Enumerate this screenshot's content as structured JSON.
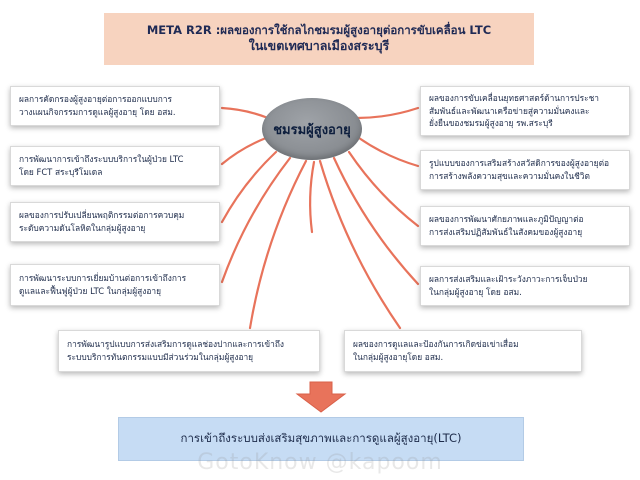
{
  "title": {
    "line1": "META R2R :ผลของการใช้กลไกชมรมผู้สูงอายุต่อการขับเคลื่อน LTC",
    "line2": "ในเขตเทศบาลเมืองสระบุรี"
  },
  "hub": {
    "label": "ชมรมผู้สูงอายุ"
  },
  "nodes": {
    "left_1": "ผลการคัดกรองผู้สูงอายุต่อการออกแบบการ\nวางแผนกิจกรรมการดูแลผู้สูงอายุ โดย อสม.",
    "left_2": "การพัฒนาการเข้าถึงระบบบริการในผู้ป่วย LTC\nโดย FCT สระบุรีโมเดล",
    "left_3": "ผลของการปรับเปลี่ยนพฤติกรรมต่อการควบคุม\nระดับความดันโลหิตในกลุ่มผู้สูงอายุ",
    "left_4": "การพัฒนาระบบการเยี่ยมบ้านต่อการเข้าถึงการ\nดูแลและฟื้นฟูผู้ป่วย LTC ในกลุ่มผู้สูงอายุ",
    "bottom_left": "การพัฒนารูปแบบการส่งเสริมการดูแลช่องปากและการเข้าถึง\nระบบบริการทันตกรรมแบบมีส่วนร่วมในกลุ่มผู้สูงอายุ",
    "right_1": "ผลของการขับเคลื่อนยุทธศาสตร์ด้านการประชา\nสัมพันธ์และพัฒนาเครือข่ายสู่ความมั่นคงและ\nยั่งยืนของชมรมผู้สูงอายุ รพ.สระบุรี",
    "right_2": "รูปแบบของการเสริมสร้างสวัสดิการของผู้สูงอายุต่อ\nการสร้างพลังความสุขและความมั่นคงในชีวิต",
    "right_3": "ผลของการพัฒนาศักยภาพและภูมิปัญญาต่อ\nการส่งเสริมปฏิสัมพันธ์ในสังคมของผู้สูงอายุ",
    "right_4": "ผลการส่งเสริมและเฝ้าระวังภาวะการเจ็บป่วย\nในกลุ่มผู้สูงอายุ โดย อสม.",
    "bottom_right": "ผลของการดูแลและป้องกันการเกิดข่อเข่าเสื่อม\nในกลุ่มผู้สูงอายุโดย อสม."
  },
  "result": {
    "label": "การเข้าถึงระบบส่งเสริมสุขภาพและการดูแลผู้สูงอายุ(LTC)"
  },
  "watermark": "GotoKnow @kapoom",
  "colors": {
    "title_bg": "#f7d3bf",
    "hub_fill": "#8a8e93",
    "ray": "#e8735b",
    "arrow": "#e8735b",
    "result_bg": "#c6dcf4"
  }
}
